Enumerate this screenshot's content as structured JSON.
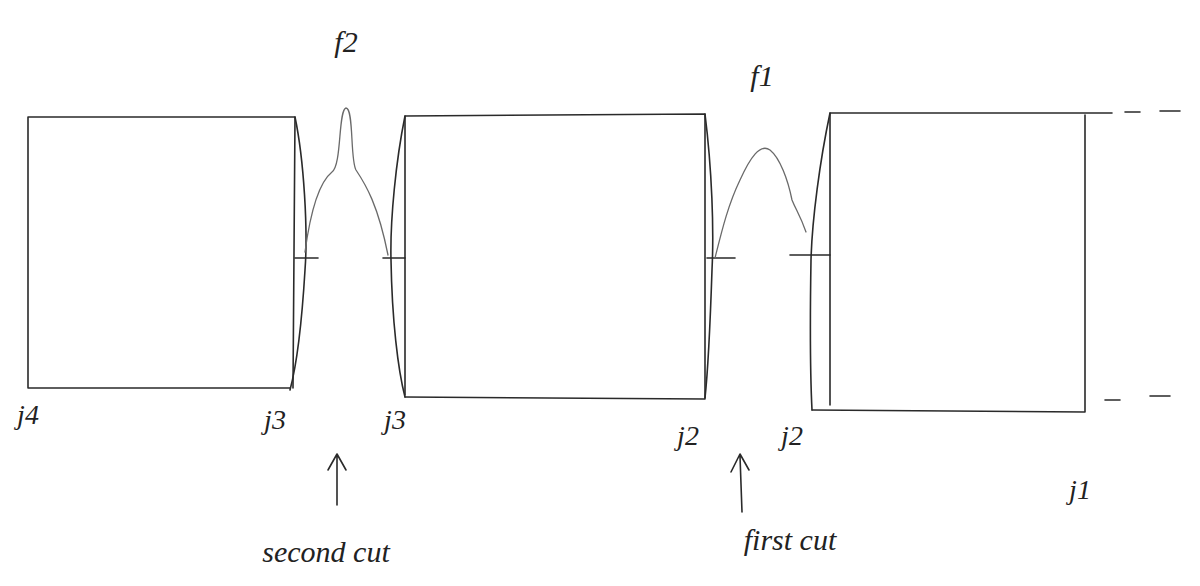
{
  "diagram": {
    "labels": [
      "f2",
      "f1",
      "j4",
      "j3",
      "j3",
      "j2",
      "j2",
      "j1",
      "second cut",
      "first cut"
    ]
  }
}
